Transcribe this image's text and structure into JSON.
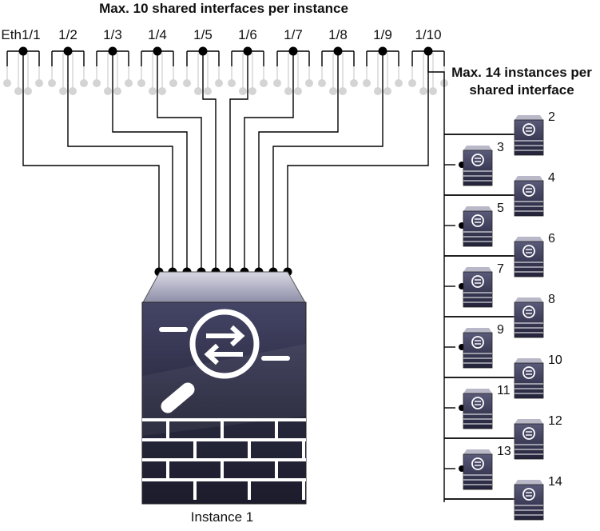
{
  "titles": {
    "top": "Max. 10 shared interfaces per instance",
    "right": "Max. 14 instances per shared interface"
  },
  "ports": [
    "Eth1/1",
    "1/2",
    "1/3",
    "1/4",
    "1/5",
    "1/6",
    "1/7",
    "1/8",
    "1/9",
    "1/10"
  ],
  "instances": [
    "2",
    "3",
    "4",
    "5",
    "6",
    "7",
    "8",
    "9",
    "10",
    "11",
    "12",
    "13",
    "14"
  ],
  "main_instance_label": "Instance 1",
  "colors": {
    "line": "#000000",
    "faded": "#d4d4d4",
    "device_dark": "#25253a",
    "device_mid": "#3c3c5a",
    "device_light": "#5e5e80"
  },
  "icons": {
    "device": "firewall-device-icon",
    "port": "interface-connector-icon"
  }
}
